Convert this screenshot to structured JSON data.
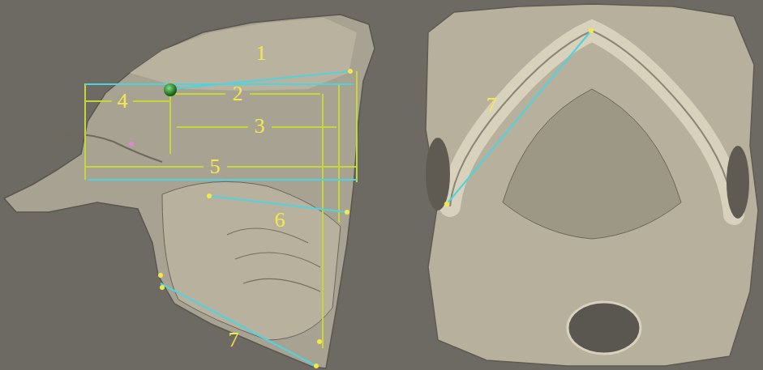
{
  "diagram": {
    "labels": [
      "1",
      "2",
      "3",
      "4",
      "5",
      "6",
      "7",
      "7"
    ]
  }
}
